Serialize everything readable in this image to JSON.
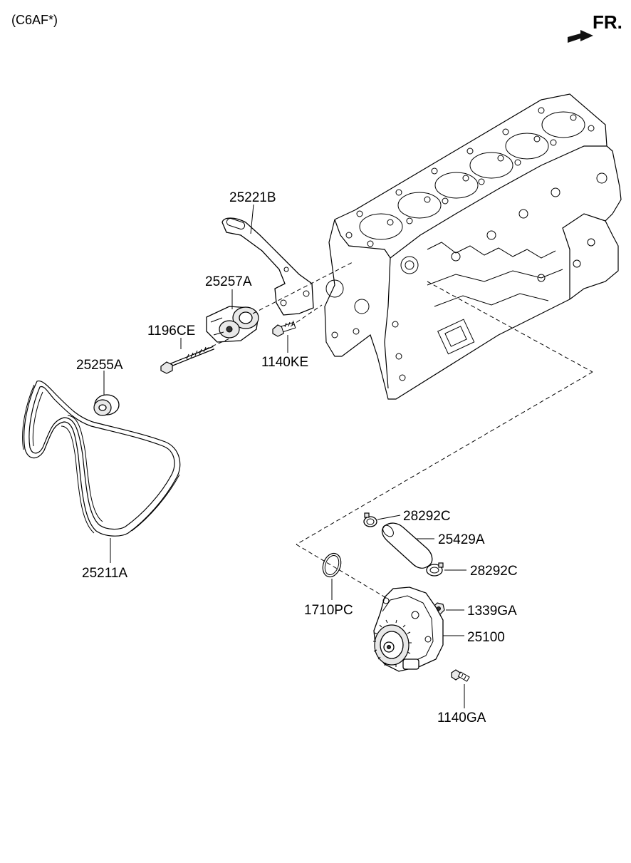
{
  "header": {
    "model_code": "(C6AF*)",
    "front_indicator": "FR."
  },
  "parts": {
    "bracket": "25221B",
    "tensioner": "25257A",
    "bolt_tensioner": "1196CE",
    "bolt_bracket": "1140KE",
    "idler_pulley": "25255A",
    "v_belt": "25211A",
    "clamp_upper": "28292C",
    "hose": "25429A",
    "clamp_lower": "28292C",
    "gasket": "1710PC",
    "nut": "1339GA",
    "water_pump": "25100",
    "bolt_pump": "1140GA"
  }
}
